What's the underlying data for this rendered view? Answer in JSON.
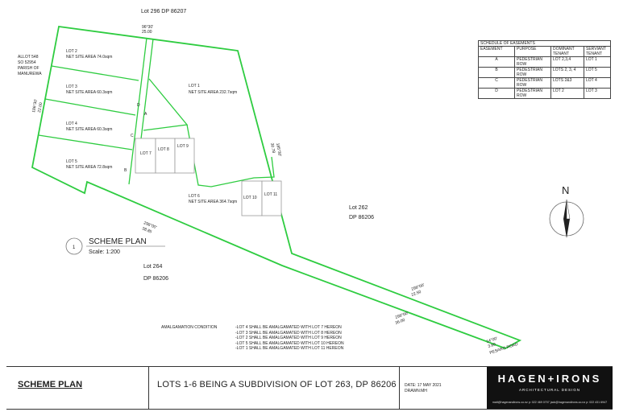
{
  "neighbours": {
    "top_lot": "Lot 296 DP 86207",
    "left_allot": [
      "ALLOT 548",
      "SO 52954",
      "PARISH OF",
      "MANUREWA"
    ],
    "right_lot": "Lot 262",
    "right_dp": "DP 86206",
    "bottom_lot": "Lot 264",
    "bottom_dp": "DP 86206",
    "road": "PESARO ROAD"
  },
  "lots": [
    {
      "name": "LOT 1",
      "area": "NET SITE AREA 232.7sqm"
    },
    {
      "name": "LOT 2",
      "area": "NET SITE AREA 74.0sqm"
    },
    {
      "name": "LOT 3",
      "area": "NET SITE AREA 60.3sqm"
    },
    {
      "name": "LOT 4",
      "area": "NET SITE AREA 60.3sqm"
    },
    {
      "name": "LOT 5",
      "area": "NET SITE AREA 72.8sqm"
    },
    {
      "name": "LOT 6",
      "area": "NET SITE AREA 364.7sqm"
    }
  ],
  "garages": [
    "LOT 7",
    "LOT 8",
    "LOT 9",
    "LOT 10",
    "LOT 11"
  ],
  "easement_letters": [
    "A",
    "B",
    "C",
    "D"
  ],
  "bearings": {
    "top": [
      "96°30'",
      "25.00"
    ],
    "left": [
      "186°30'",
      "22.00"
    ],
    "right": [
      "185°30'",
      "30.78"
    ],
    "lower_left": [
      "298°00'",
      "38.85"
    ],
    "lower_right_1": [
      "298°00'",
      "22.50"
    ],
    "lower_right_2": [
      "298°00'",
      "36.00"
    ],
    "road_frontage": [
      "14°00'",
      "3.60"
    ]
  },
  "plan_title": {
    "number": "1",
    "title": "SCHEME PLAN",
    "scale": "Scale:   1:200"
  },
  "north": "N",
  "schedule": {
    "caption": "SCHEDULE OF EASEMENTS",
    "headers": [
      "EASEMENT",
      "PURPOSE",
      "DOMINANT TENANT",
      "SERVIANT TENANT"
    ],
    "rows": [
      [
        "A",
        "PEDESTRIAN ROW",
        "LOT 2,3,4",
        "LOT 1"
      ],
      [
        "B",
        "PEDESTRIAN ROW",
        "LOTS 2, 3, 4",
        "LOT 5"
      ],
      [
        "C",
        "PEDESTRIAN ROW",
        "LOTS 2&3",
        "LOT 4"
      ],
      [
        "D",
        "PEDESTRIAN ROW",
        "LOT 2",
        "LOT 3"
      ]
    ]
  },
  "amalgamation": {
    "label": "AMALGAMATION CONDITION",
    "conditions": [
      "-LOT 4 SHALL BE AMALGAMATED WITH LOT 7 HEREON",
      "-LOT 3 SHALL BE AMALGAMATED WITH LOT 8 HEREON",
      "-LOT 2 SHALL BE AMALGAMATED WITH LOT 9 HEREON",
      "-LOT 5 SHALL BE AMALGAMATED WITH LOT 10 HEREON",
      "-LOT 1 SHALL BE AMALGAMATED WITH LOT 11 HEREON"
    ]
  },
  "title_block": {
    "sheet_title": "SCHEME PLAN",
    "description": "LOTS 1-6 BEING A SUBDIVISION OF LOT 263, DP 86206",
    "date": "DATE: 17 MAY 2021",
    "drawn": "DRAWN:MH",
    "brand": "HAGEN+IRONS",
    "brand_sub": "ARCHITECTURAL DESIGN",
    "contact": "matt@hagenandirons.co.nz  p: 022 469 0707   jack@hagenandirons.co.nz  p: 022 431 6947"
  },
  "colors": {
    "boundary": "#2ecc40",
    "garage": "#999999",
    "line": "#444444"
  }
}
